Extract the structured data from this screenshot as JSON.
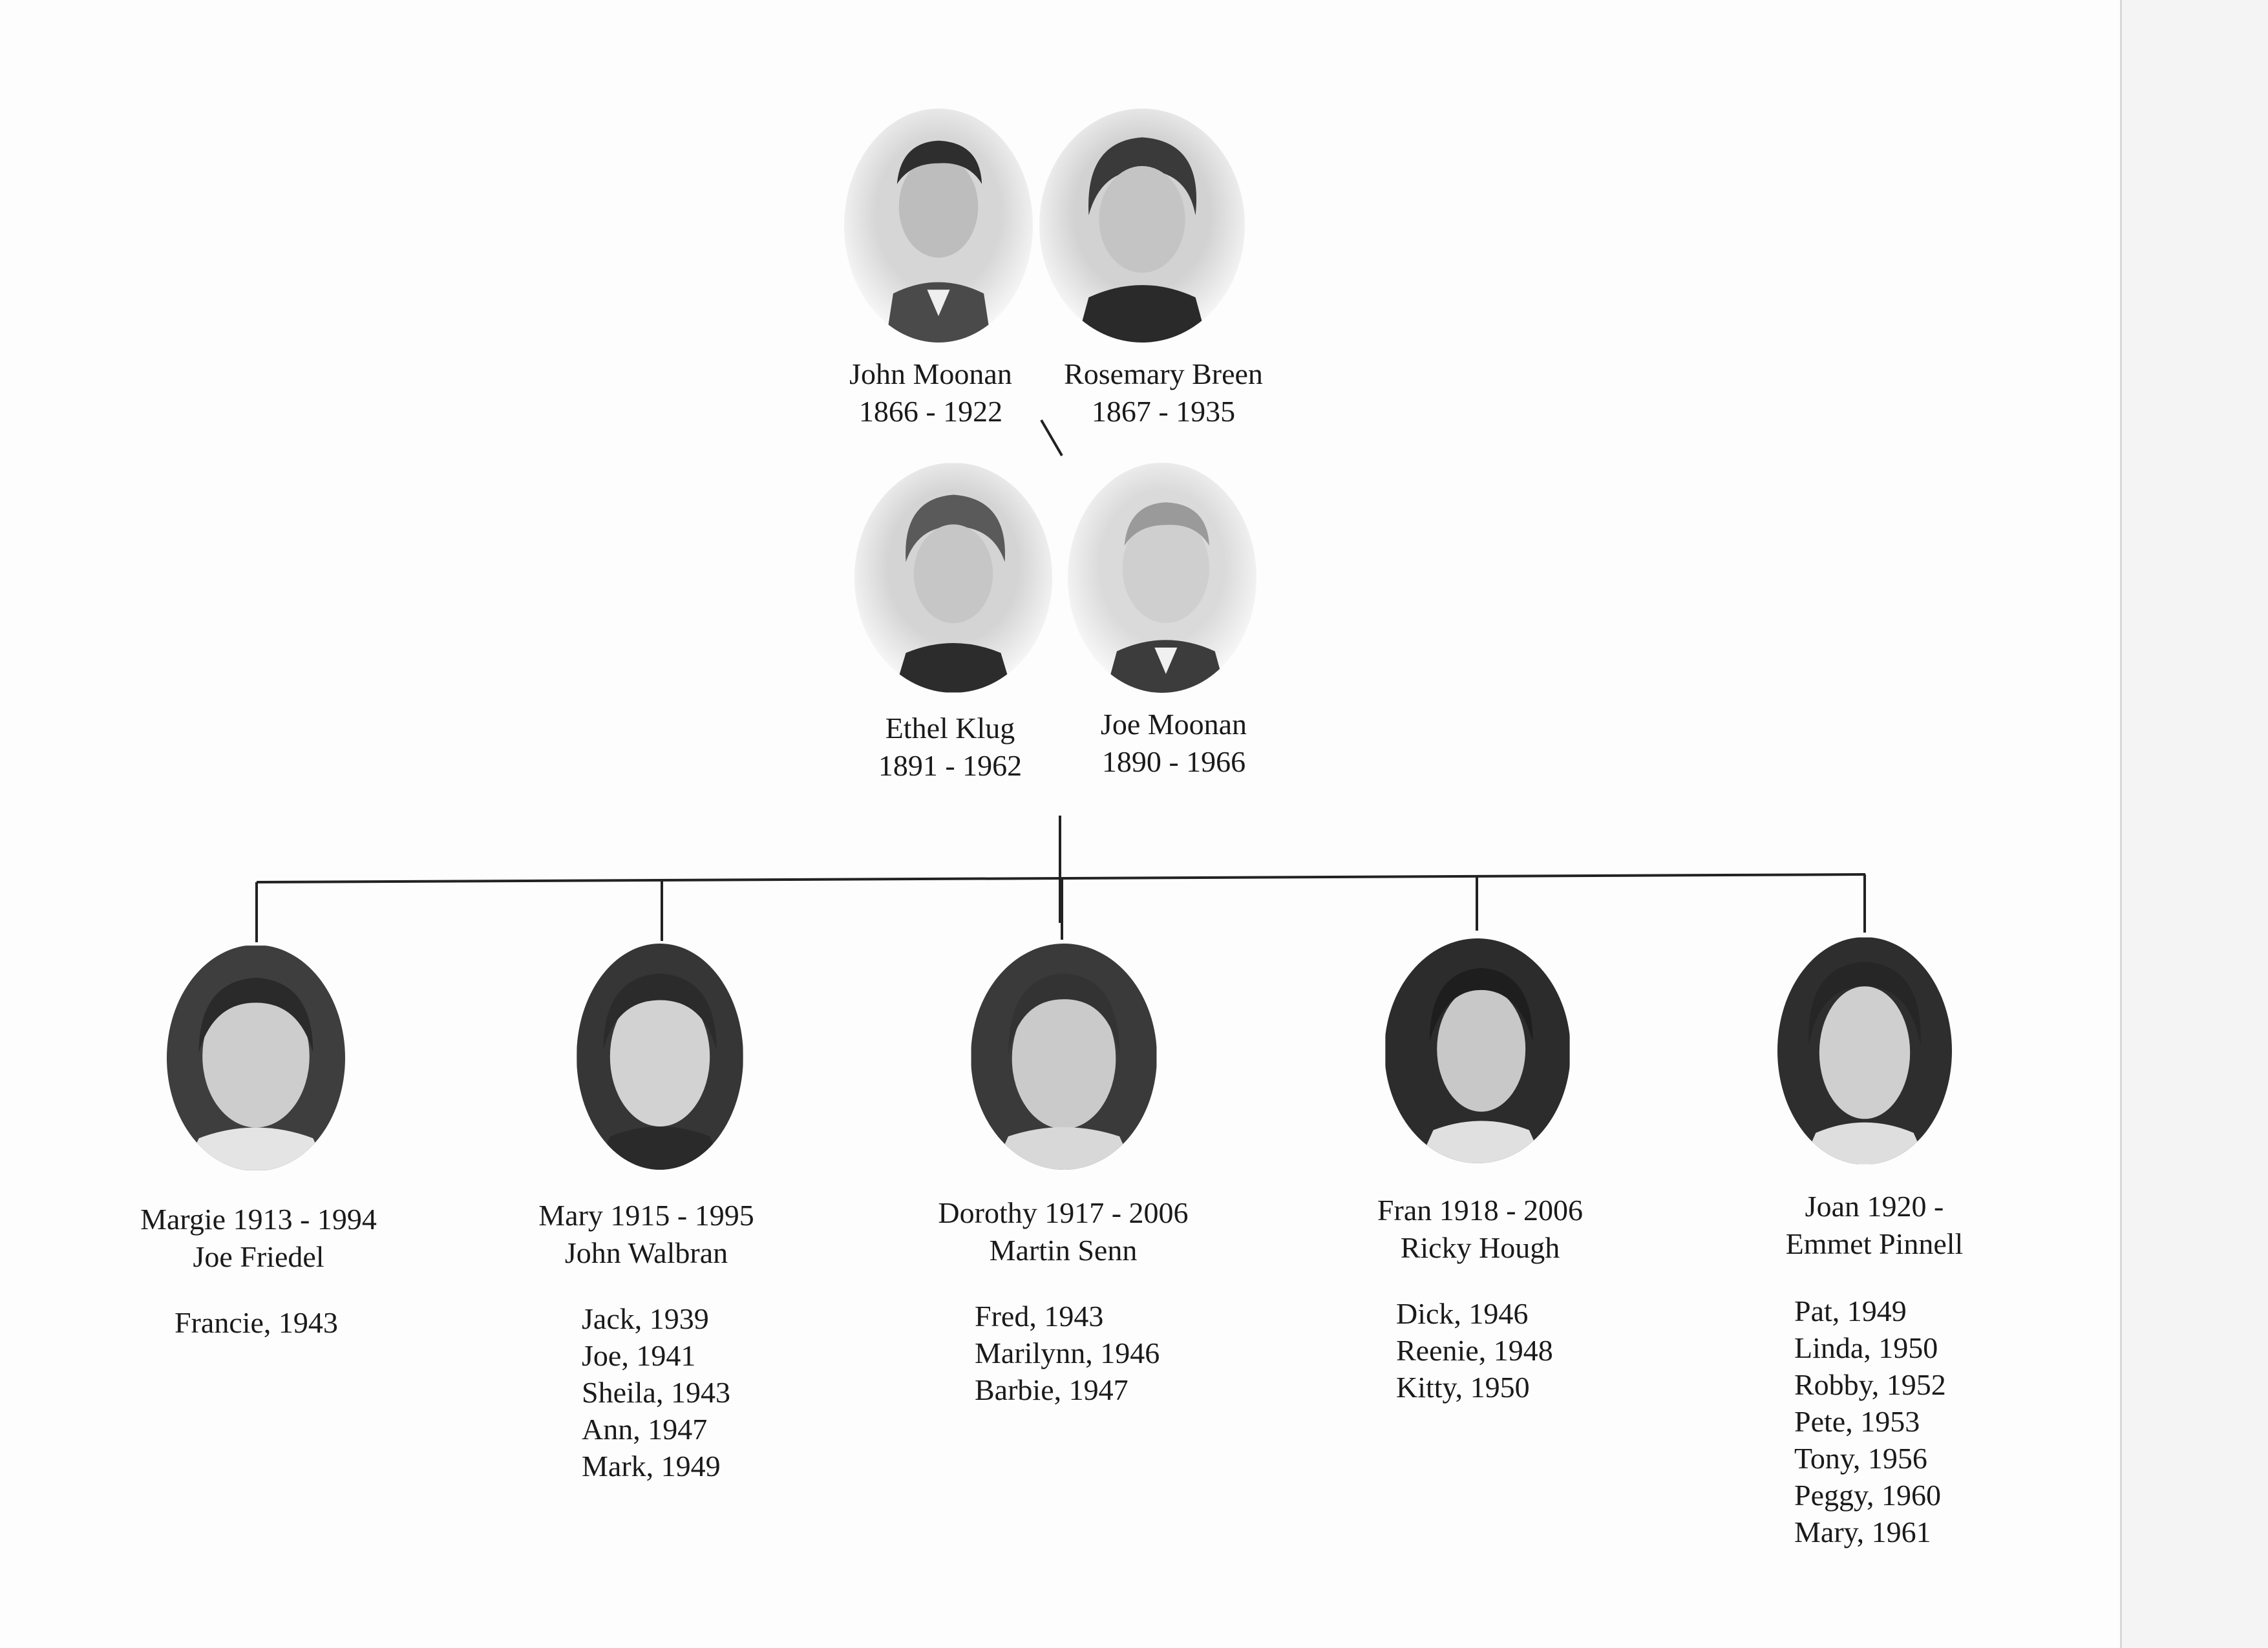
{
  "grandparents": [
    {
      "name": "John Moonan",
      "dates": "1866 - 1922",
      "photo": "man-portrait-icon"
    },
    {
      "name": "Rosemary Breen",
      "dates": "1867 - 1935",
      "photo": "woman-portrait-icon"
    }
  ],
  "parents": [
    {
      "name": "Ethel Klug",
      "dates": "1891 - 1962",
      "photo": "woman-portrait-icon"
    },
    {
      "name": "Joe Moonan",
      "dates": "1890 - 1966",
      "photo": "man-portrait-icon"
    }
  ],
  "children": [
    {
      "name": "Margie 1913 - 1994",
      "spouse": "Joe Friedel",
      "kids": [
        "Francie, 1943"
      ]
    },
    {
      "name": "Mary 1915 - 1995",
      "spouse": "John Walbran",
      "kids": [
        "Jack, 1939",
        "Joe, 1941",
        "Sheila, 1943",
        "Ann, 1947",
        "Mark, 1949"
      ]
    },
    {
      "name": "Dorothy 1917 - 2006",
      "spouse": "Martin Senn",
      "kids": [
        "Fred, 1943",
        "Marilynn, 1946",
        "Barbie, 1947"
      ]
    },
    {
      "name": "Fran 1918 - 2006",
      "spouse": "Ricky Hough",
      "kids": [
        "Dick, 1946",
        "Reenie, 1948",
        "Kitty, 1950"
      ]
    },
    {
      "name": "Joan 1920 -",
      "spouse": "Emmet Pinnell",
      "kids": [
        "Pat, 1949",
        "Linda, 1950",
        "Robby, 1952",
        "Pete, 1953",
        "Tony, 1956",
        "Peggy, 1960",
        "Mary, 1961"
      ]
    }
  ],
  "colors": {
    "paper": "#fdfdfd",
    "ink": "#1a1a1a",
    "line": "#222222",
    "photo_bg": "#e6e6e6",
    "photo_dark": "#3a3a3a"
  }
}
